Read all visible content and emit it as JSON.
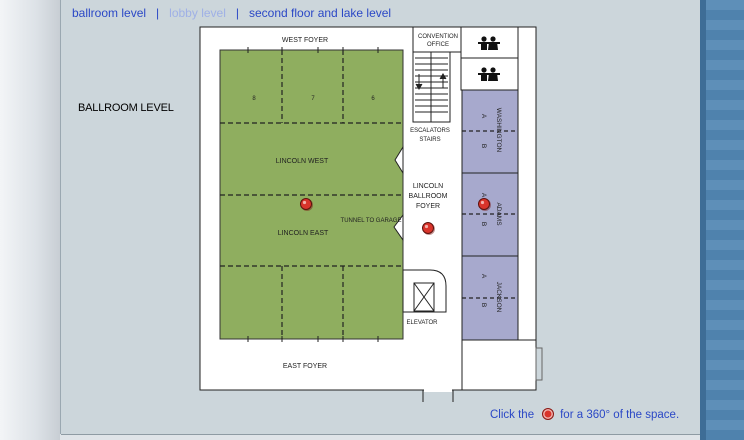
{
  "nav": {
    "ballroom": "ballroom level",
    "sep1": "|",
    "lobby": "lobby level",
    "sep2": "|",
    "second": "second floor and lake level"
  },
  "level_title": "BALLROOM LEVEL",
  "map": {
    "west_foyer": "WEST FOYER",
    "east_foyer": "EAST FOYER",
    "lincoln_west": "LINCOLN WEST",
    "lincoln_east": "LINCOLN EAST",
    "section_8": "8",
    "section_7": "7",
    "section_6": "6",
    "convention_office_1": "CONVENTION",
    "convention_office_2": "OFFICE",
    "escalators_1": "ESCALATORS",
    "escalators_2": "STAIRS",
    "foyer_1": "LINCOLN",
    "foyer_2": "BALLROOM",
    "foyer_3": "FOYER",
    "tunnel": "TUNNEL TO GARAGE",
    "elevator": "ELEVATOR",
    "washington": "WASHINGTON",
    "adams": "ADAMS",
    "jackson": "JACKSON",
    "a": "A",
    "b": "B"
  },
  "hint": {
    "prefix": "Click the",
    "suffix": "for a 360° of the space."
  },
  "colors": {
    "ballroom": "#8fae5f",
    "meeting_rooms": "#a7a9cd",
    "hotspot": "#d9342b",
    "link": "#2b48c6"
  }
}
